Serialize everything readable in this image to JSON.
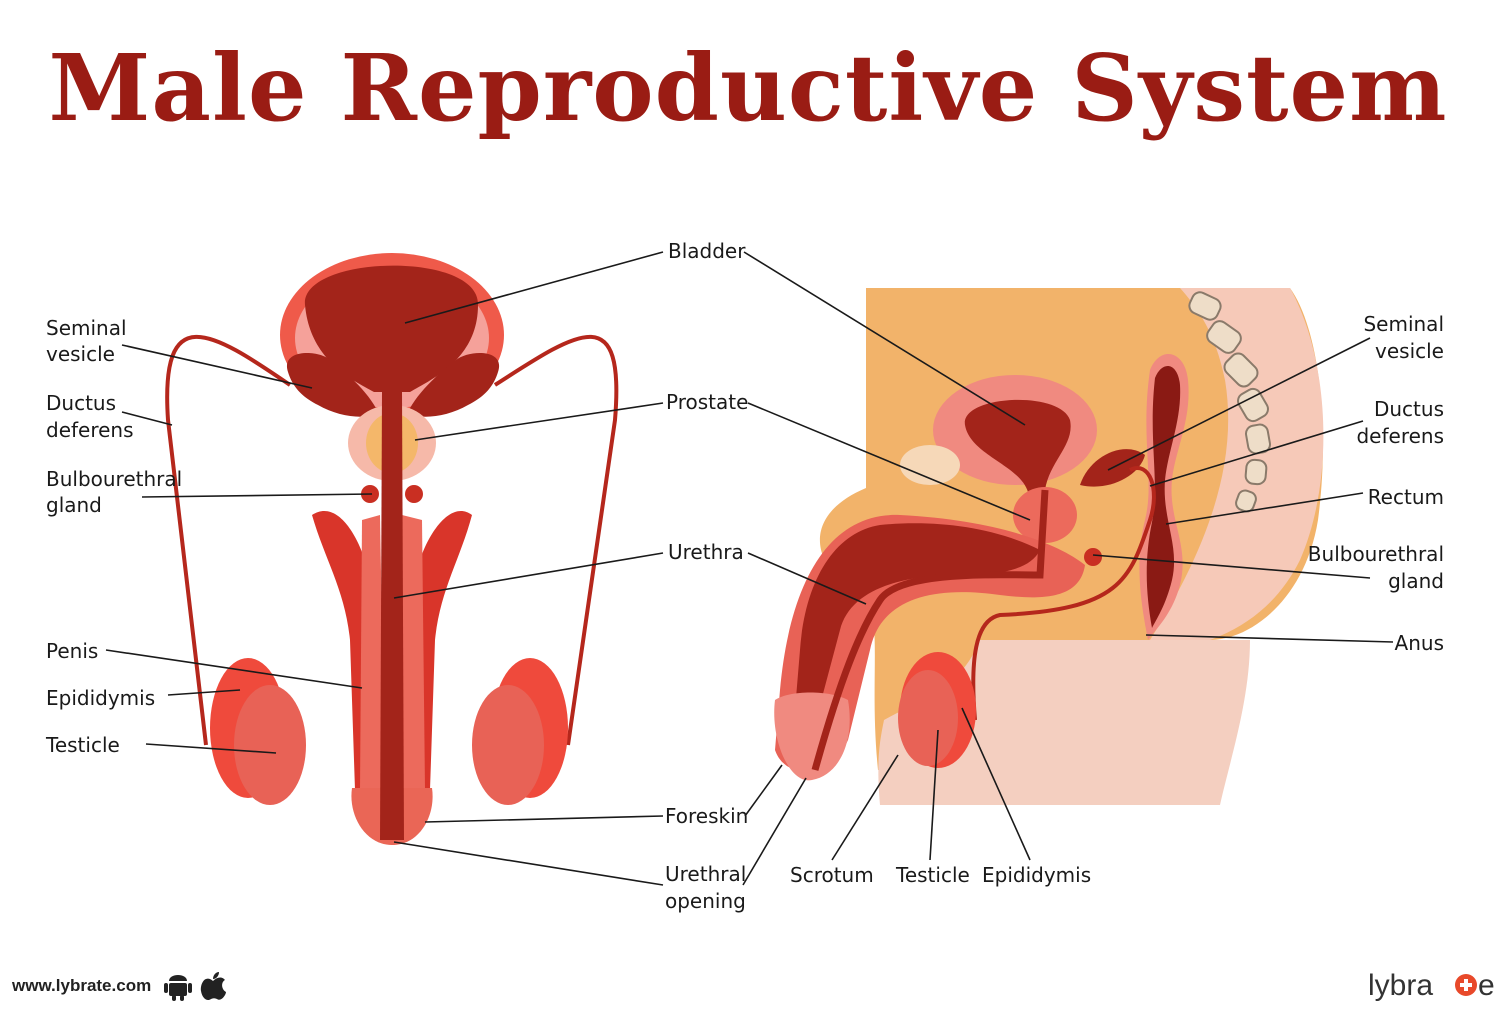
{
  "title": "Male Reproductive System",
  "labels": {
    "bladder": "Bladder",
    "prostate": "Prostate",
    "urethra": "Urethra",
    "foreskin": "Foreskin",
    "urethral_opening_line1": "Urethral",
    "urethral_opening_line2": "opening",
    "left_seminal_line1": "Seminal",
    "left_seminal_line2": "vesicle",
    "left_ductus_line1": "Ductus",
    "left_ductus_line2": "deferens",
    "left_bulbo_line1": "Bulbourethral",
    "left_bulbo_line2": "gland",
    "penis": "Penis",
    "left_epididymis": "Epididymis",
    "left_testicle": "Testicle",
    "right_seminal_line1": "Seminal",
    "right_seminal_line2": "vesicle",
    "right_ductus_line1": "Ductus",
    "right_ductus_line2": "deferens",
    "rectum": "Rectum",
    "right_bulbo_line1": "Bulbourethral",
    "right_bulbo_line2": "gland",
    "anus": "Anus",
    "scrotum": "Scrotum",
    "bottom_testicle": "Testicle",
    "bottom_epididymis": "Epididymis"
  },
  "footer": {
    "website": "www.lybrate.com",
    "android_icon": "android-icon",
    "apple_icon": "apple-icon",
    "brand_prefix": "lybra",
    "brand_suffix": "e",
    "brand_icon": "plus-circle-icon"
  },
  "colors": {
    "title": "#9a1c14",
    "dark_red": "#a3241a",
    "red": "#d93a2b",
    "light_red": "#e8574a",
    "pink": "#f08a80",
    "skin": "#f2b36a",
    "skin_light": "#f6c98a",
    "flesh": "#f4cfc0"
  }
}
